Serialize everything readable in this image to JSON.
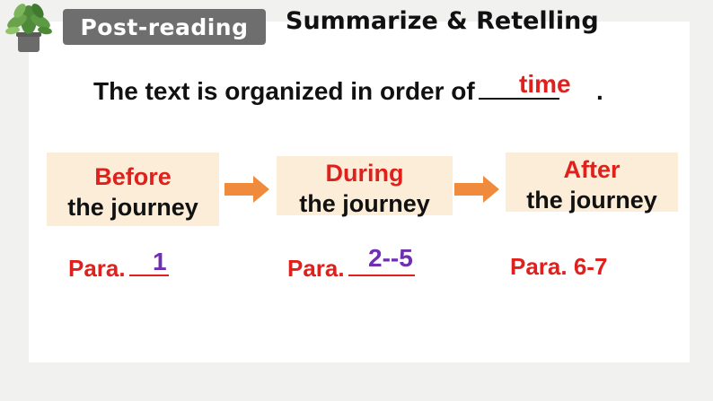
{
  "header": {
    "tag_label": "Post-reading",
    "title": "Summarize & Retelling"
  },
  "question": {
    "sentence": "The text is organized in order of",
    "answer": "time",
    "end_punct": "."
  },
  "stages": [
    {
      "line1": "Before",
      "line2": "the journey",
      "para_label": "Para.",
      "para_answer": "1"
    },
    {
      "line1": "During",
      "line2": "the journey",
      "para_label": "Para.",
      "para_answer": "2--5"
    },
    {
      "line1": "After",
      "line2": "the journey",
      "para_label": "Para. 6-7",
      "para_answer": ""
    }
  ],
  "colors": {
    "red": "#e0201c",
    "purple": "#6f2fb0",
    "box_fill": "#fbedd7",
    "arrow": "#f08a3c",
    "tag_bg": "#6e6e6e"
  }
}
